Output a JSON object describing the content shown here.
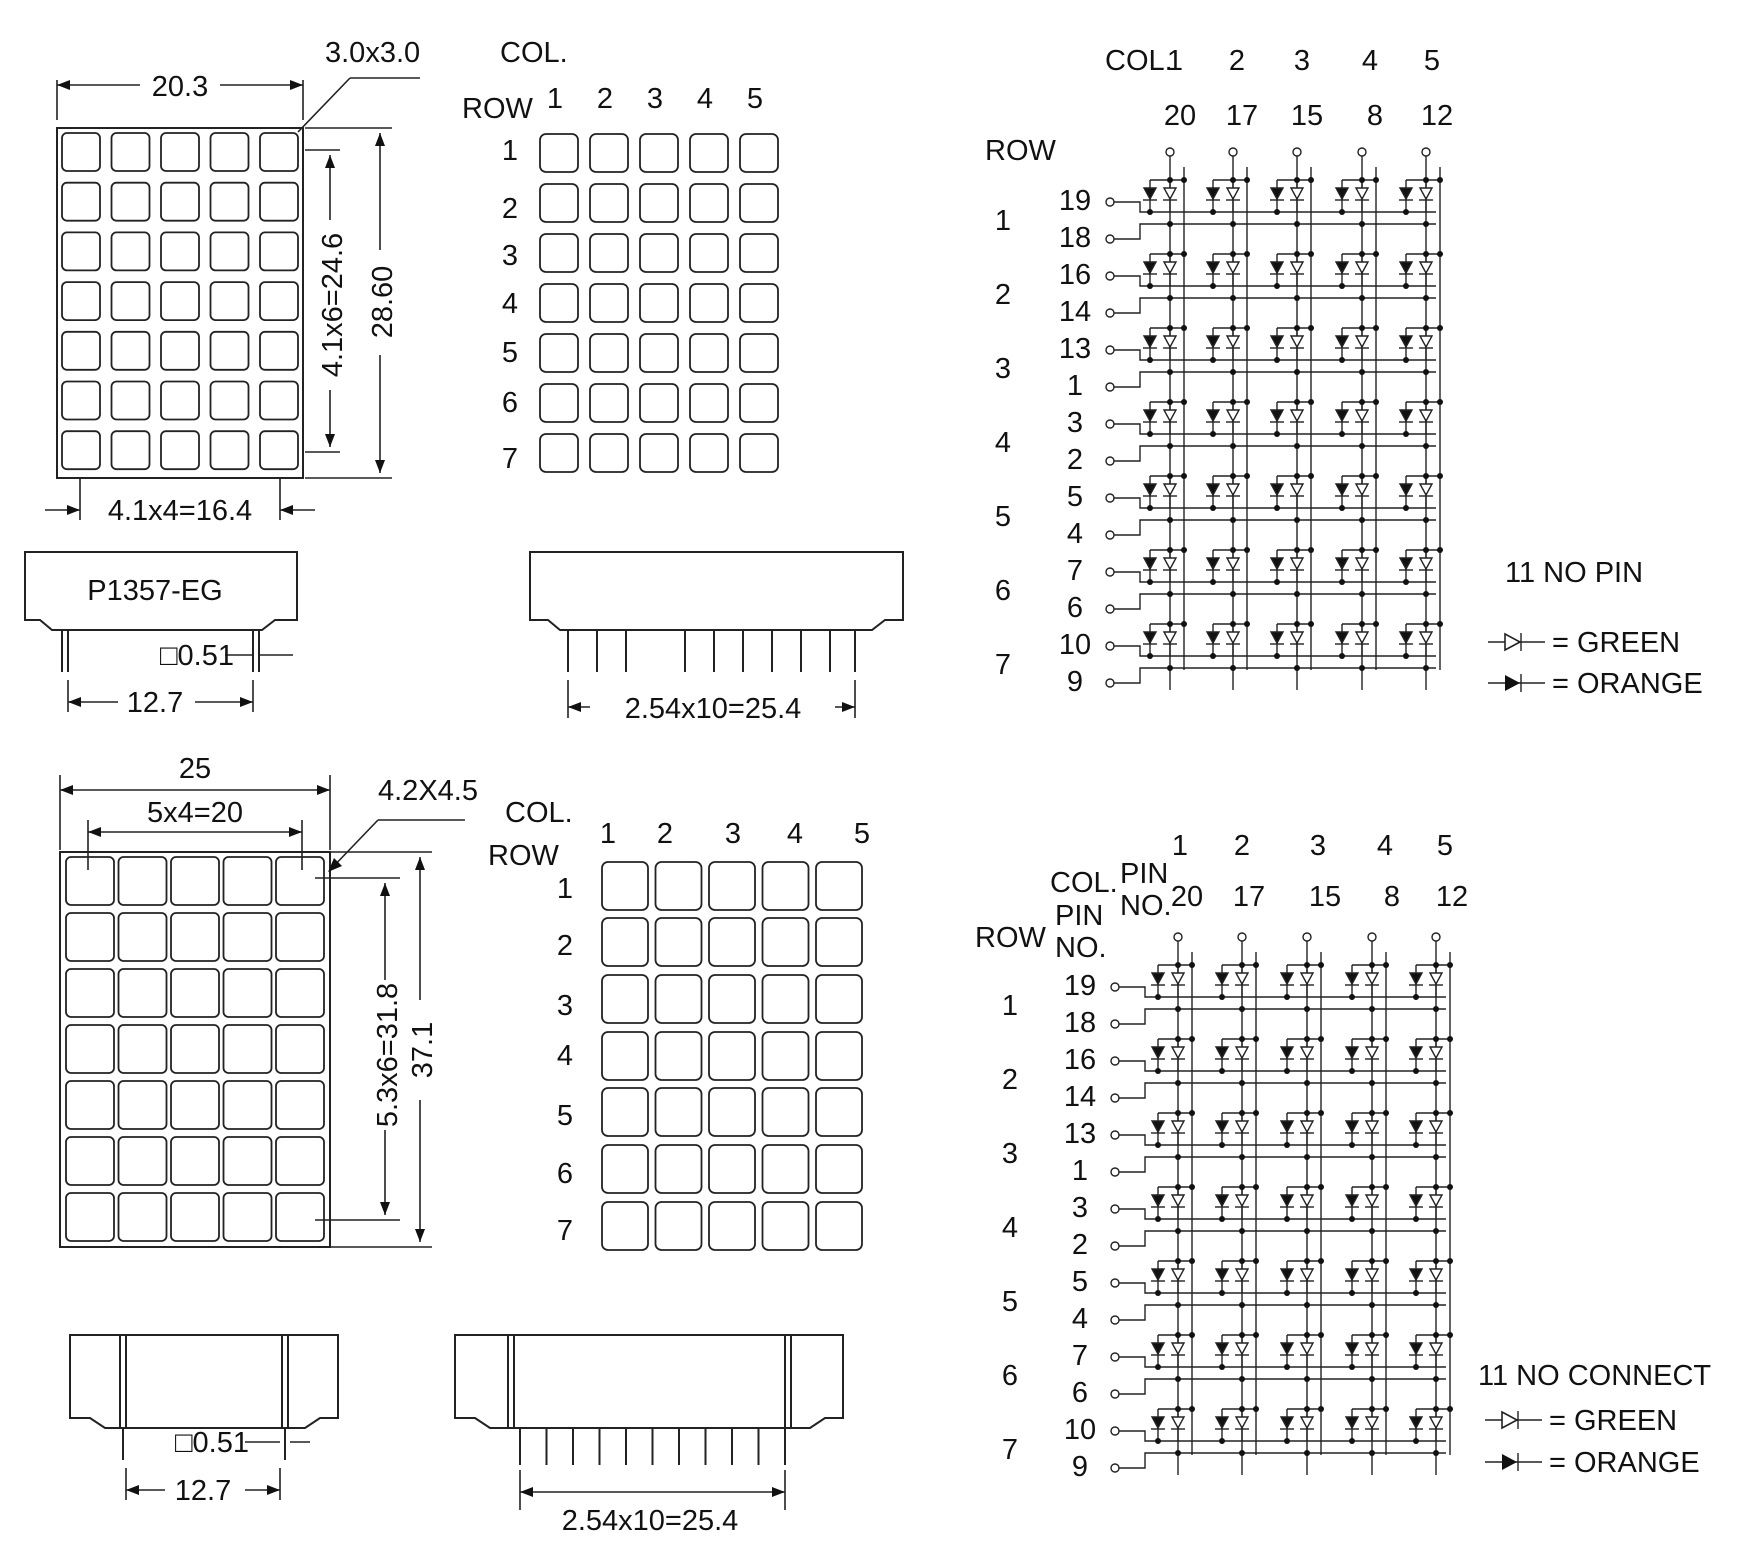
{
  "top_left": {
    "dims": {
      "width": "20.3",
      "dot_size": "3.0x3.0",
      "pitch_v": "4.1x6=24.6",
      "height": "28.60",
      "pitch_h": "4.1x4=16.4"
    },
    "part_number": "P1357-EG",
    "pin_size": "□0.51",
    "row_spacing": "12.7",
    "pin_pitch": "2.54x10=25.4"
  },
  "top_grid": {
    "col_label": "COL.",
    "row_label": "ROW",
    "cols": [
      "1",
      "2",
      "3",
      "4",
      "5"
    ],
    "rows": [
      "1",
      "2",
      "3",
      "4",
      "5",
      "6",
      "7"
    ]
  },
  "bottom_left": {
    "dims": {
      "width": "25",
      "pitch_h": "5x4=20",
      "dot_size": "4.2X4.5",
      "pitch_v": "5.3x6=31.8",
      "height": "37.1"
    },
    "pin_size": "□0.51",
    "row_spacing": "12.7",
    "pin_pitch": "2.54x10=25.4"
  },
  "bottom_grid": {
    "col_label": "COL.",
    "row_label": "ROW",
    "cols": [
      "1",
      "2",
      "3",
      "4",
      "5"
    ],
    "rows": [
      "1",
      "2",
      "3",
      "4",
      "5",
      "6",
      "7"
    ]
  },
  "schematic_top": {
    "col_label": "COL.",
    "row_label": "ROW",
    "cols": [
      "1",
      "2",
      "3",
      "4",
      "5"
    ],
    "col_pins": [
      "20",
      "17",
      "15",
      "8",
      "12"
    ],
    "rows": [
      "1",
      "2",
      "3",
      "4",
      "5",
      "6",
      "7"
    ],
    "row_pins": [
      [
        "19",
        "18"
      ],
      [
        "16",
        "14"
      ],
      [
        "13",
        "1"
      ],
      [
        "3",
        "2"
      ],
      [
        "5",
        "4"
      ],
      [
        "7",
        "6"
      ],
      [
        "10",
        "9"
      ]
    ],
    "note": "11 NO PIN",
    "legend": [
      {
        "symbol": "hollow-diode-icon",
        "text": "= GREEN"
      },
      {
        "symbol": "filled-diode-icon",
        "text": "= ORANGE"
      }
    ]
  },
  "schematic_bottom": {
    "col_label": "COL.",
    "pin_no_label_1": "PIN",
    "pin_no_label_2": "NO.",
    "row_label": "ROW",
    "cols": [
      "1",
      "2",
      "3",
      "4",
      "5"
    ],
    "col_pins": [
      "20",
      "17",
      "15",
      "8",
      "12"
    ],
    "rows": [
      "1",
      "2",
      "3",
      "4",
      "5",
      "6",
      "7"
    ],
    "row_pins": [
      [
        "19",
        "18"
      ],
      [
        "16",
        "14"
      ],
      [
        "13",
        "1"
      ],
      [
        "3",
        "2"
      ],
      [
        "5",
        "4"
      ],
      [
        "7",
        "6"
      ],
      [
        "10",
        "9"
      ]
    ],
    "note": "11 NO CONNECT",
    "legend": [
      {
        "symbol": "hollow-diode-icon",
        "text": "= GREEN"
      },
      {
        "symbol": "filled-diode-icon",
        "text": "= ORANGE"
      }
    ]
  }
}
